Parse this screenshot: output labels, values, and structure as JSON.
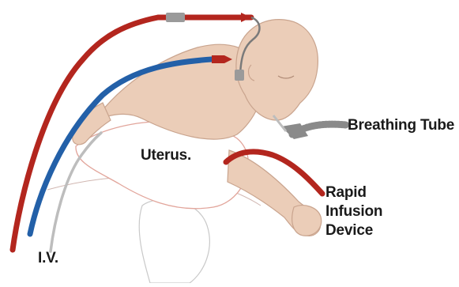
{
  "labels": {
    "uterus": "Uterus.",
    "breathing_tube": "Breathing Tube",
    "rapid_infusion": [
      "Rapid",
      "Infusion",
      "Device"
    ],
    "iv": "I.V."
  },
  "colors": {
    "skin": "#ebcdb8",
    "skin_outline": "#c9a48e",
    "uterus_fill": "#ffffff",
    "uterus_outline": "#e2a59b",
    "red_tube": "#b3261e",
    "blue_tube": "#2360a8",
    "iv_line": "#bdbdbd",
    "breathing_tube": "#8a8a8a"
  }
}
